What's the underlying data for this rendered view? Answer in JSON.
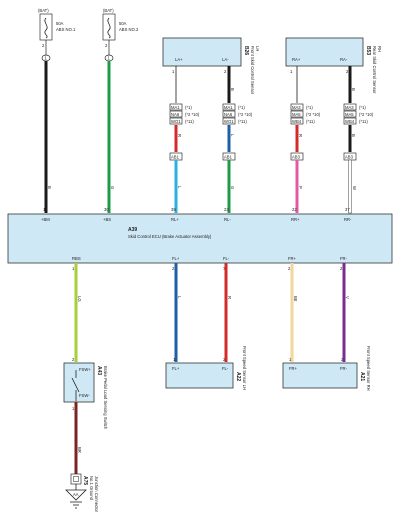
{
  "fuses": [
    {
      "bat": "(BAT)",
      "name": "50A",
      "sub": "ABS NO.1",
      "pin_top": "2",
      "connector": "1",
      "wire": "B",
      "wire_color": "#1a1a1a"
    },
    {
      "bat": "(BAT)",
      "name": "50A",
      "sub": "ABS NO.2",
      "pin_top": "2",
      "connector": "1",
      "wire": "G",
      "wire_color": "#1e9a4a"
    }
  ],
  "front_sensor": {
    "id": "B26",
    "title": "Front Skid Control Sensor",
    "sub": "LH",
    "pins": [
      {
        "num": "1",
        "label": "LA+"
      },
      {
        "num": "2",
        "label": "LA-"
      }
    ]
  },
  "rear_sensor": {
    "id": "B53",
    "title": "Rear Skid Control Sensor",
    "sub": "RH",
    "pins": [
      {
        "num": "1",
        "label": "RA+"
      },
      {
        "num": "2",
        "label": "RA-"
      }
    ]
  },
  "splice_lines": [
    [
      "MA1",
      "(*1)"
    ],
    [
      "NA6",
      "(*2 *10)"
    ],
    [
      "WO1",
      "(*11)"
    ]
  ],
  "splice_lines_right": [
    [
      "MA3",
      "(*1)"
    ],
    [
      "MA5",
      "(*2 *10)"
    ],
    [
      "WB4",
      "(*11)"
    ]
  ],
  "junction_labels": [
    "AB1",
    "AB1",
    "AB3",
    "AB3"
  ],
  "ecu": {
    "id": "A39",
    "title": "Skid Control ECU (Brake Actuator Assembly)",
    "top_pins": [
      {
        "num": "1",
        "label": "+BM"
      },
      {
        "num": "30",
        "label": "+BS"
      },
      {
        "num": "39",
        "label": "RL+"
      },
      {
        "num": "23",
        "label": "RL-"
      },
      {
        "num": "22",
        "label": "RR+"
      },
      {
        "num": "37",
        "label": "RR-"
      }
    ],
    "bottom_pins": [
      {
        "num": "10",
        "label": "RBS"
      },
      {
        "num": "24",
        "label": "FL+"
      },
      {
        "num": "7",
        "label": "FL-"
      },
      {
        "num": "21",
        "label": "FR+"
      },
      {
        "num": "25",
        "label": "FR-"
      }
    ]
  },
  "wires_upper": [
    {
      "letter": "B",
      "color": "#1a1a1a"
    },
    {
      "letter": "G",
      "color": "#1e9a4a"
    },
    {
      "letter": "L",
      "color": "#2bb0e0"
    },
    {
      "letter": "G",
      "color": "#1e9a4a"
    },
    {
      "letter": "P",
      "color": "#e05aa8"
    },
    {
      "letter": "W",
      "color": "#ffffff"
    }
  ],
  "wires_sensor_left": [
    {
      "letter": "L",
      "color": "#1d5fa8"
    },
    {
      "letter": "R",
      "color": "#d42a2a"
    }
  ],
  "wires_sensor_right": [
    {
      "letter": "B",
      "color": "#1a1a1a"
    },
    {
      "letter": "R",
      "color": "#d42a2a"
    },
    {
      "letter": "W",
      "color": "#ffffff"
    }
  ],
  "wires_lower": [
    {
      "letter": "LG",
      "color": "#a6cf3a"
    },
    {
      "letter": "L",
      "color": "#1d5fa8"
    },
    {
      "letter": "R",
      "color": "#d42a2a"
    },
    {
      "letter": "BE",
      "color": "#f2d79a"
    },
    {
      "letter": "V",
      "color": "#7a2d8f"
    }
  ],
  "speed_sensor_front_lh": {
    "id": "A22",
    "title": "Front Speed Sensor LH",
    "pins": [
      {
        "num": "1",
        "label": "FL+"
      },
      {
        "num": "2",
        "label": "FL-"
      }
    ]
  },
  "speed_sensor_front_rh": {
    "id": "A21",
    "title": "Front Speed Sensor RH",
    "pins": [
      {
        "num": "1",
        "label": "FR+"
      },
      {
        "num": "2",
        "label": "FR-"
      }
    ]
  },
  "switch": {
    "id": "A43",
    "title": "Brake Pedal Load Sensing Switch",
    "pin_top": "2",
    "pin_bottom": "1",
    "label_top": "FSW+",
    "label_bottom": "FSW-",
    "wire_down": "BR",
    "wire_down_color": "#7a2424"
  },
  "junction": {
    "id": "A75",
    "title": "No.1 Ground",
    "sub": "Junction Connector"
  },
  "ground": "AA"
}
